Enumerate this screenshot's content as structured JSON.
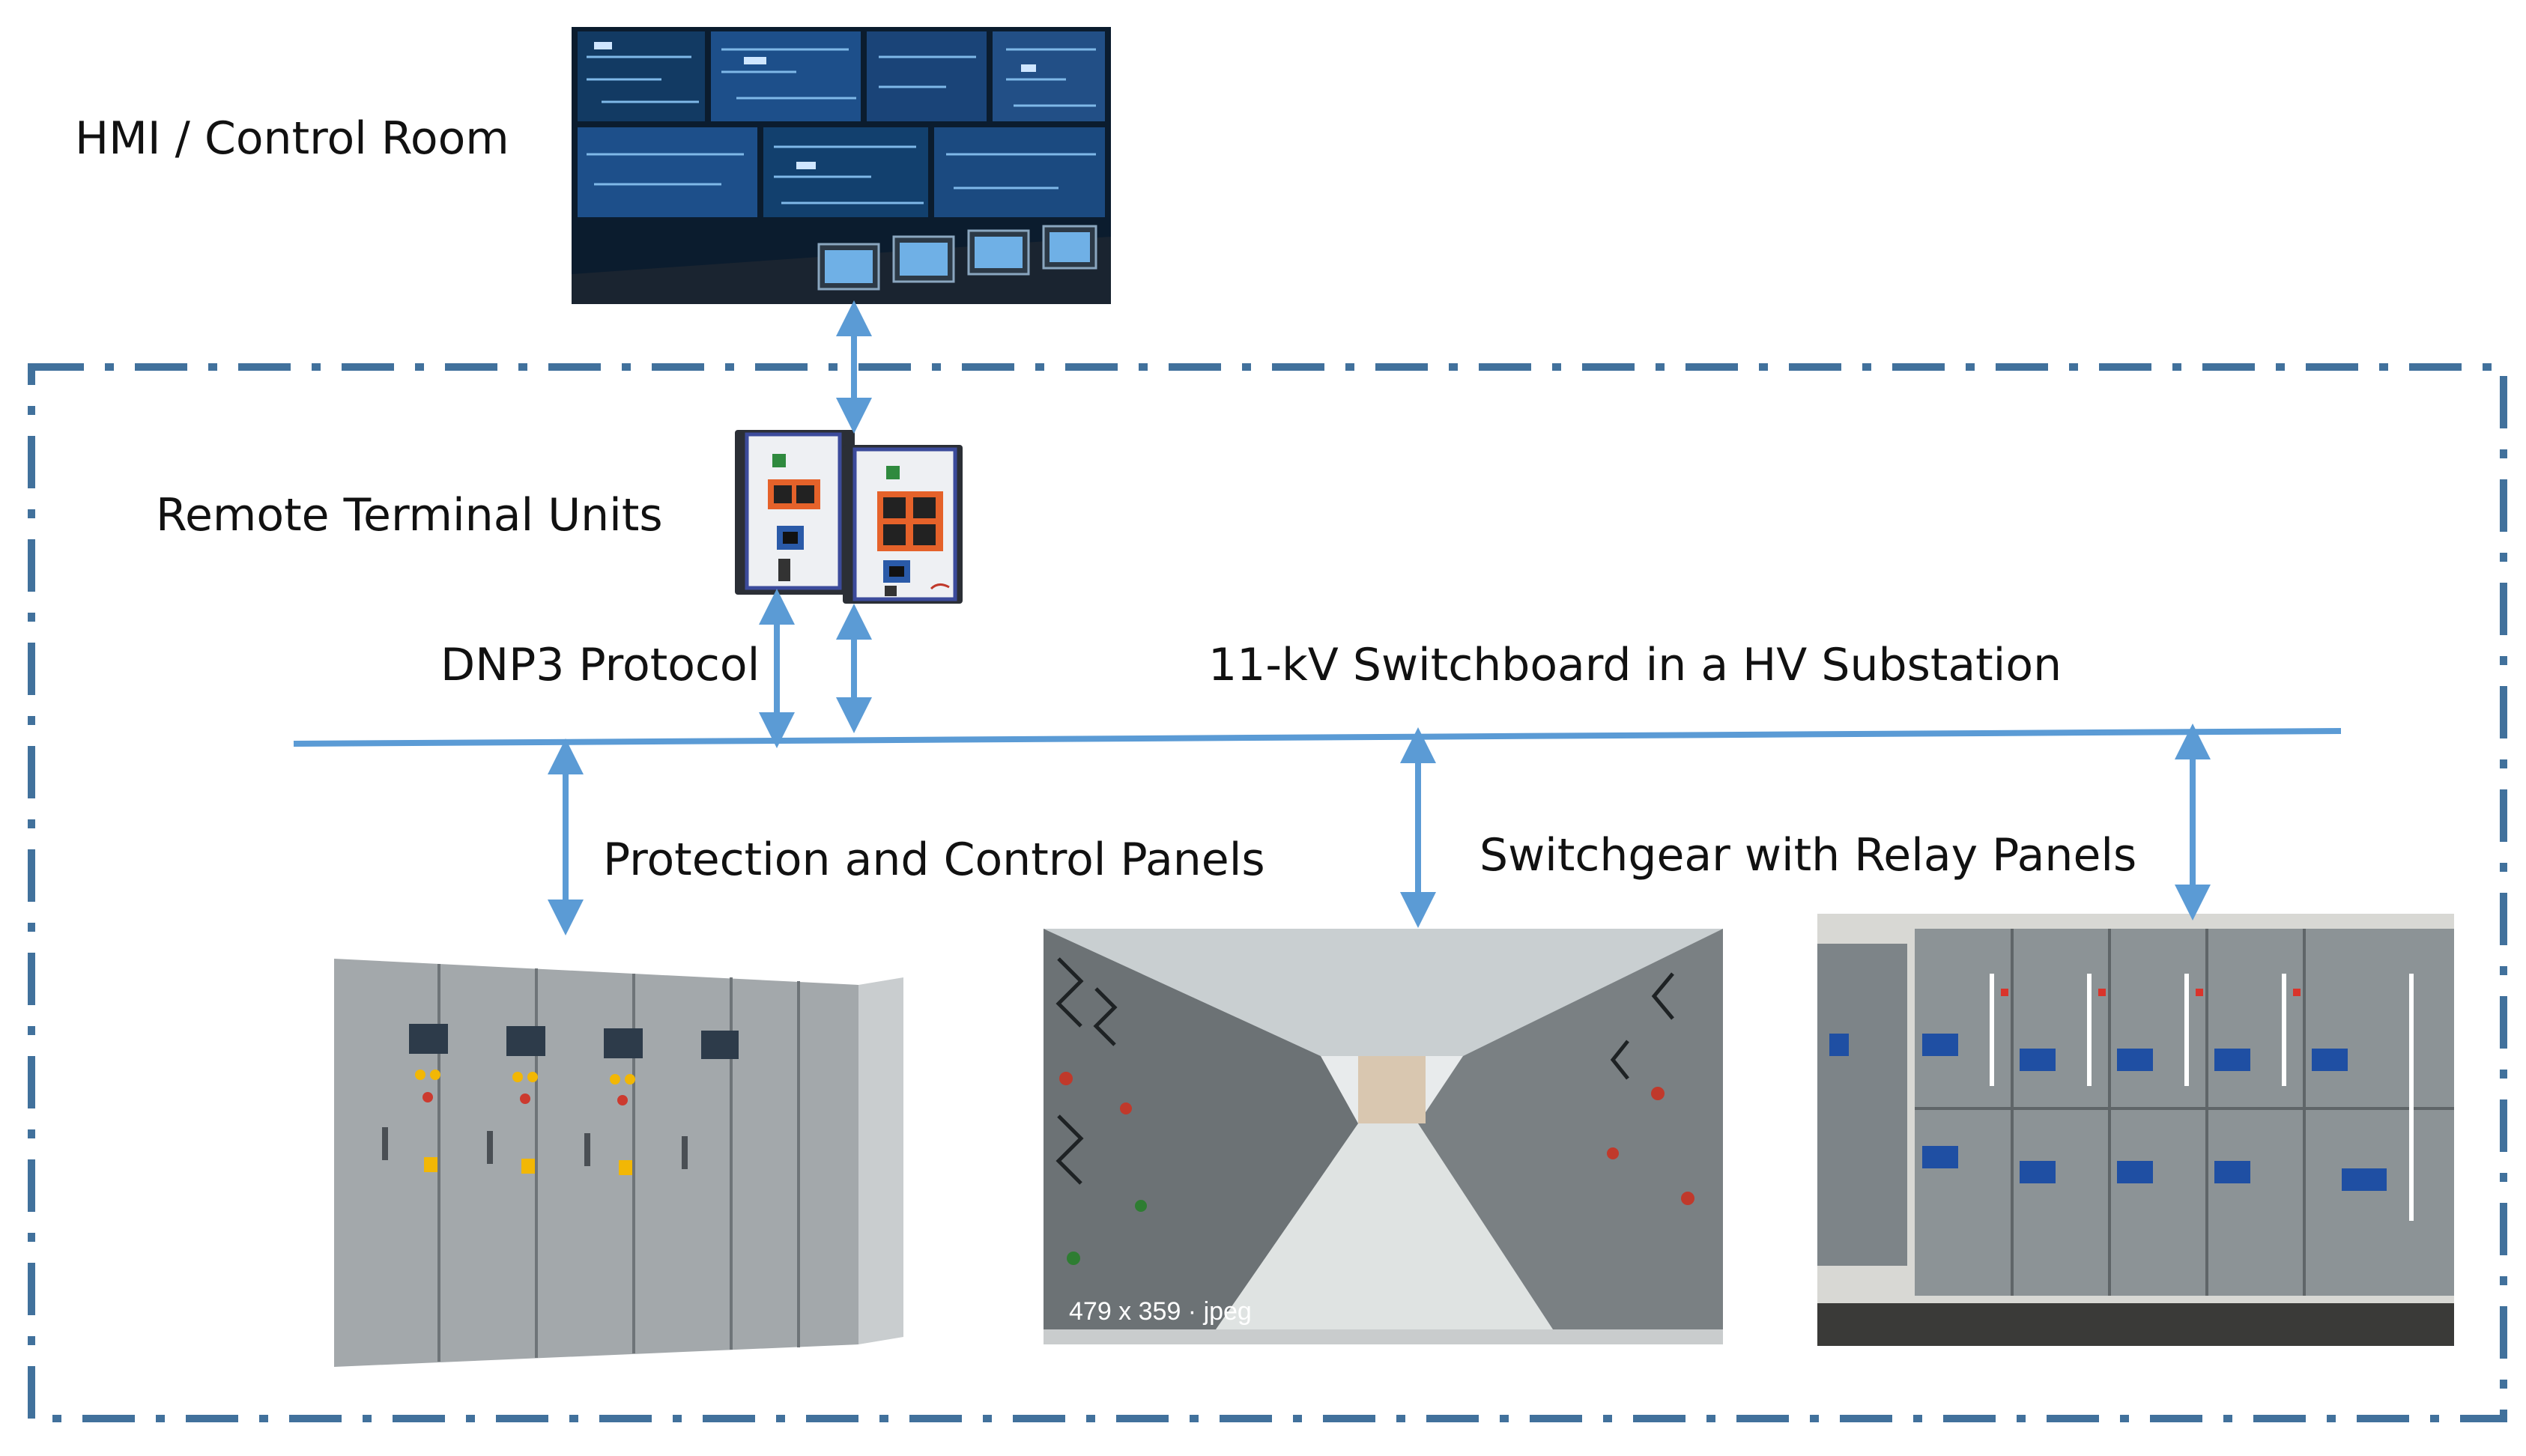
{
  "labels": {
    "hmi": "HMI / Control Room",
    "rtu": "Remote Terminal Units",
    "protocol": "DNP3 Protocol",
    "substation": "11-kV Switchboard in a HV Substation",
    "protection": "Protection and Control Panels",
    "switchgear": "Switchgear with Relay Panels"
  },
  "photo_caption": "479 x 359 · jpeg",
  "colors": {
    "arrow": "#5b9bd5",
    "border": "#41719c",
    "panel_gray": "#9ea3a6",
    "screen_blue": "#1d4f8a"
  }
}
